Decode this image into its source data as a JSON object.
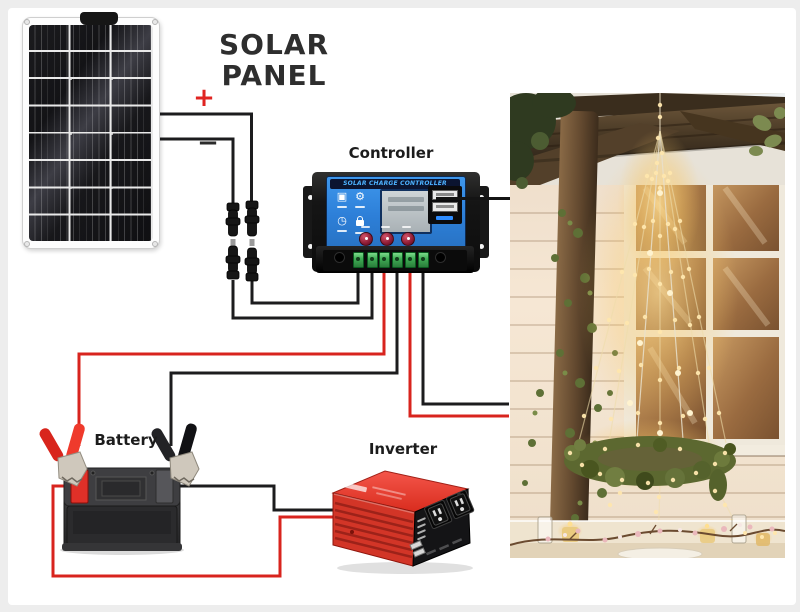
{
  "page": {
    "background": "#ffffff",
    "frame_color": "#ededed"
  },
  "diagram": {
    "title": "SOLAR PANEL",
    "plus_symbol": "+",
    "minus_symbol": "−",
    "labels": {
      "controller": "Controller",
      "battery": "Battery",
      "inverter": "Inverter"
    },
    "controller": {
      "faceplate_title": "SOLAR CHARGE CONTROLLER",
      "face_color": "#2f85e2",
      "terminal_count": 6,
      "button_count": 3,
      "usb_port_count": 2,
      "icons": [
        "display-icon",
        "gear-icon",
        "timer-icon",
        "lock-icon"
      ]
    },
    "battery": {
      "positive_clamp_color": "#d8251c",
      "negative_clamp_color": "#1d1d1f"
    },
    "inverter": {
      "body_color": "#d92c1e",
      "ac_outlet_count": 2,
      "usb_port_count": 2
    },
    "wire_colors": {
      "positive": "#d8241e",
      "negative": "#1c1c1e"
    }
  },
  "photo": {
    "subject": "cone-shaped-string-lights-hanging-from-pergola-beam",
    "accent_light_color": "#ffe7ae"
  }
}
